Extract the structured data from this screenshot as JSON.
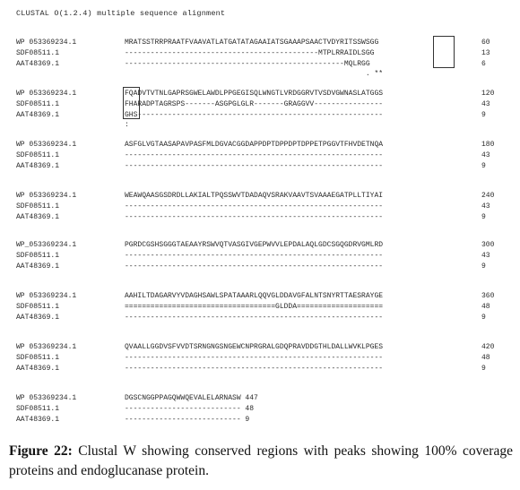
{
  "header": "CLUSTAL O(1.2.4) multiple sequence alignment",
  "blocks": [
    {
      "rows": [
        {
          "name": "WP 053369234.1",
          "seq": "MRATSSTRRPRAATFVAAVATLATGATATAGAAIATSGAAAPSAACTVDYRITSSWSGG",
          "num": "60"
        },
        {
          "name": "SDF08511.1",
          "seq": "---------------------------------------------MTPLRRAIDLSGG",
          "num": "13"
        },
        {
          "name": "AAT48369.1",
          "seq": "---------------------------------------------------MQLRGG",
          "num": "6"
        }
      ],
      "consensus": "                                                        . **"
    },
    {
      "rows": [
        {
          "name": "WP 053369234.1",
          "seq": "FQADVTVTNLGAPRSGWELAWDLPPGEGISQLWNGTLVRDGGRVTVSDVGWNASLATGGS",
          "num": "120"
        },
        {
          "name": "SDF08511.1",
          "seq": "FHARADPTAGRSPS-------ASGPGLGLR-------GRAGGVV----------------",
          "num": "43"
        },
        {
          "name": "AAT48369.1",
          "seq": "GHS---------------------------------------------------------",
          "num": "9"
        }
      ],
      "consensus": ":"
    },
    {
      "rows": [
        {
          "name": "WP 053369234.1",
          "seq": "ASFGLVGTAASAPAVPASFMLDGVACGGDAPPDPTDPPDPTDPPETPGGVTFHVDETNQA",
          "num": "180"
        },
        {
          "name": "SDF08511.1",
          "seq": "------------------------------------------------------------",
          "num": "43"
        },
        {
          "name": "AAT48369.1",
          "seq": "------------------------------------------------------------",
          "num": "9"
        }
      ],
      "consensus": ""
    },
    {
      "rows": [
        {
          "name": "WP 053369234.1",
          "seq": "WEAWQAASGSDRDLLAKIALTPQSSWVTDADAQVSRAKVAAVTSVAAAEGATPLLTIYAI",
          "num": "240"
        },
        {
          "name": "SDF08511.1",
          "seq": "------------------------------------------------------------",
          "num": "43"
        },
        {
          "name": "AAT48369.1",
          "seq": "------------------------------------------------------------",
          "num": "9"
        }
      ],
      "consensus": ""
    },
    {
      "rows": [
        {
          "name": "WP_053369234.1",
          "seq": "PGRDCGSHSGGGTAEAAYRSWVQTVASGIVGEPWVVLEPDALAQLGDCSGQGDRVGMLRD",
          "num": "300"
        },
        {
          "name": "SDF08511.1",
          "seq": "------------------------------------------------------------",
          "num": "43"
        },
        {
          "name": "AAT48369.1",
          "seq": "------------------------------------------------------------",
          "num": "9"
        }
      ],
      "consensus": ""
    },
    {
      "rows": [
        {
          "name": "WP 053369234.1",
          "seq": "AAHILTDAGARVYVDAGHSAWLSPATAAARLQQVGLDDAVGFALNTSNYRTTAESRAYGE",
          "num": "360"
        },
        {
          "name": "SDF08511.1",
          "seq": "===================================GLDDA====================",
          "num": "48"
        },
        {
          "name": "AAT48369.1",
          "seq": "------------------------------------------------------------",
          "num": "9"
        }
      ],
      "consensus": ""
    },
    {
      "rows": [
        {
          "name": "WP 053369234.1",
          "seq": "QVAALLGGDVSFVVDTSRNGNGSNGEWCNPRGRALGDQPRAVDDGTHLDALLWVKLPGES",
          "num": "420"
        },
        {
          "name": "SDF08511.1",
          "seq": "------------------------------------------------------------",
          "num": "48"
        },
        {
          "name": "AAT48369.1",
          "seq": "------------------------------------------------------------",
          "num": "9"
        }
      ],
      "consensus": ""
    },
    {
      "rows": [
        {
          "name": "WP 053369234.1",
          "seq": "DGSCNGGPPAGQWWQEVALELARNASW 447",
          "num": ""
        },
        {
          "name": "SDF08511.1",
          "seq": "--------------------------- 48",
          "num": ""
        },
        {
          "name": "AAT48369.1",
          "seq": "--------------------------- 9",
          "num": ""
        }
      ],
      "consensus": ""
    }
  ],
  "caption": {
    "label": "Figure 22:",
    "text": " Clustal W showing conserved regions with peaks showing 100% coverage proteins and endoglucanase protein."
  }
}
